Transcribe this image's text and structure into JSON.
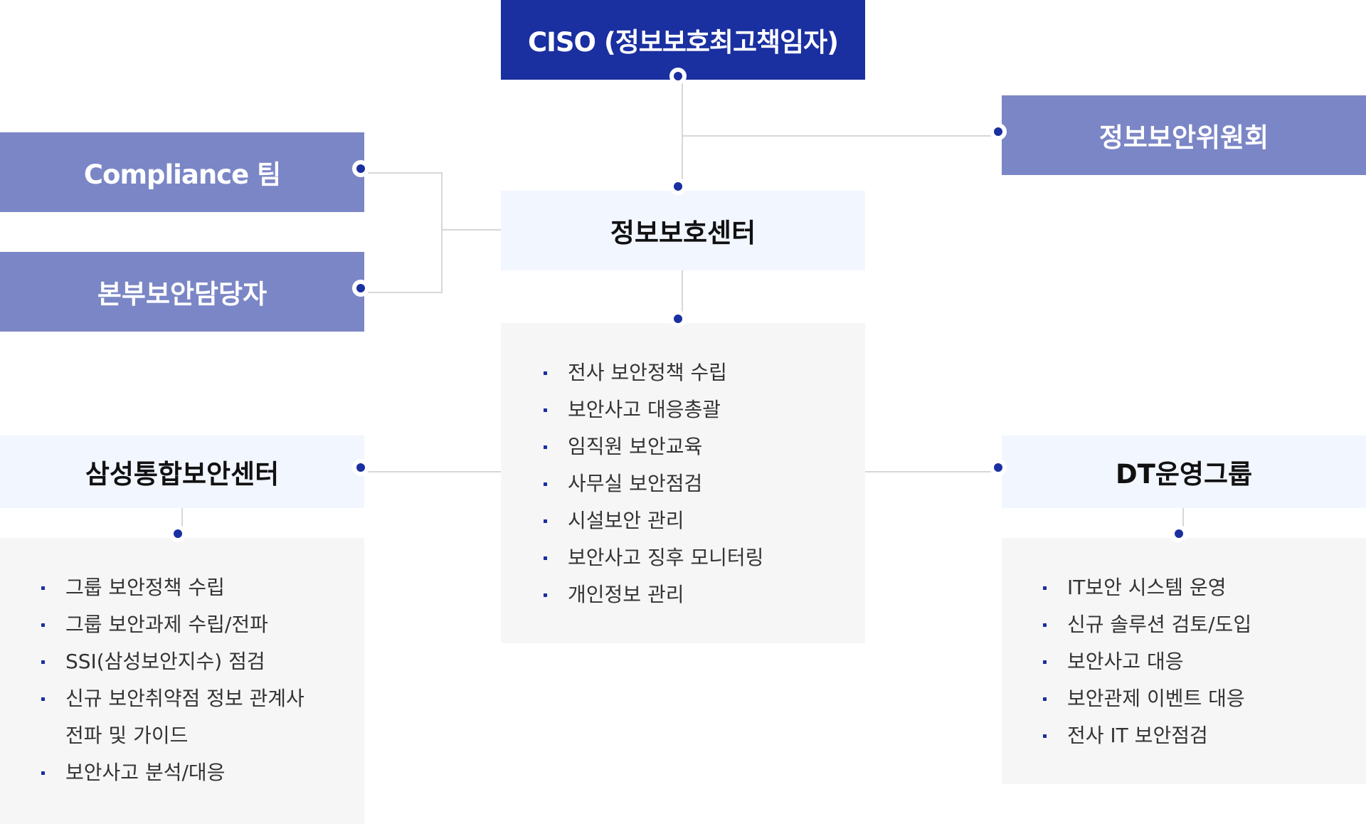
{
  "ciso": "CISO (정보보호최고책임자)",
  "committee": "정보보안위원회",
  "compliance": "Compliance 팀",
  "division_officer": "본부보안담당자",
  "center": "정보보호센터",
  "center_tasks": [
    "전사 보안정책 수립",
    "보안사고 대응총괄",
    "임직원 보안교육",
    "사무실 보안점검",
    "시설보안 관리",
    "보안사고 징후 모니터링",
    "개인정보 관리"
  ],
  "samsung_center": "삼성통합보안센터",
  "samsung_tasks": [
    "그룹 보안정책 수립",
    "그룹 보안과제 수립/전파",
    "SSI(삼성보안지수) 점검",
    "신규 보안취약점 정보 관계사 전파 및 가이드",
    "보안사고 분석/대응"
  ],
  "dt_group": "DT운영그룹",
  "dt_tasks": [
    "IT보안 시스템 운영",
    "신규 솔루션 검토/도입",
    "보안사고 대응",
    "보안관제 이벤트 대응",
    "전사 IT 보안점검"
  ],
  "colors": {
    "dark_blue": "#1a2fa0",
    "mid_blue": "#7b86c6",
    "pale_blue": "#f2f6ff",
    "panel_gray": "#f6f6f6",
    "line_gray": "#d7d7d7"
  }
}
